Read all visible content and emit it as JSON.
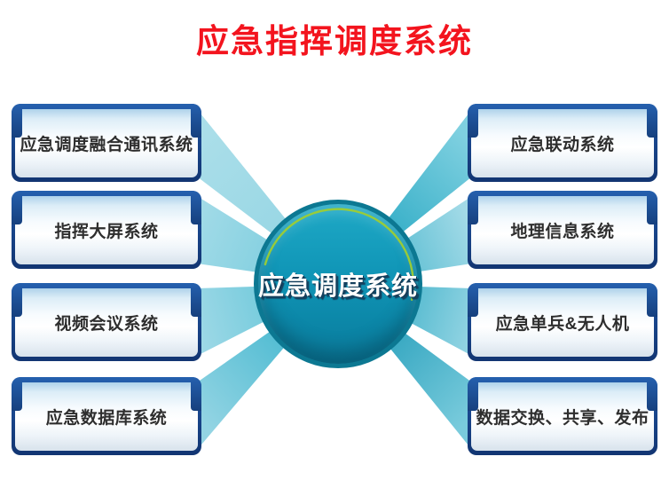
{
  "title": "应急指挥调度系统",
  "center": {
    "label": "应急调度系统"
  },
  "left_boxes": [
    {
      "label": "应急调度融合通讯系统"
    },
    {
      "label": "指挥大屏系统"
    },
    {
      "label": "视频会议系统"
    },
    {
      "label": "应急数据库系统"
    }
  ],
  "right_boxes": [
    {
      "label": "应急联动系统"
    },
    {
      "label": "地理信息系统"
    },
    {
      "label": "应急单兵&无人机"
    },
    {
      "label": "数据交换、共享、发布"
    }
  ],
  "colors": {
    "title_red": "#f3141e",
    "box_border_navy": "#16407e",
    "beam_light_cyan": "#a7dcea",
    "beam_dark_teal": "#0b90b0",
    "circle_fill_teal": "#1197b8",
    "circle_rim": "#0c7892",
    "highlight_green": "#9ecd32"
  }
}
